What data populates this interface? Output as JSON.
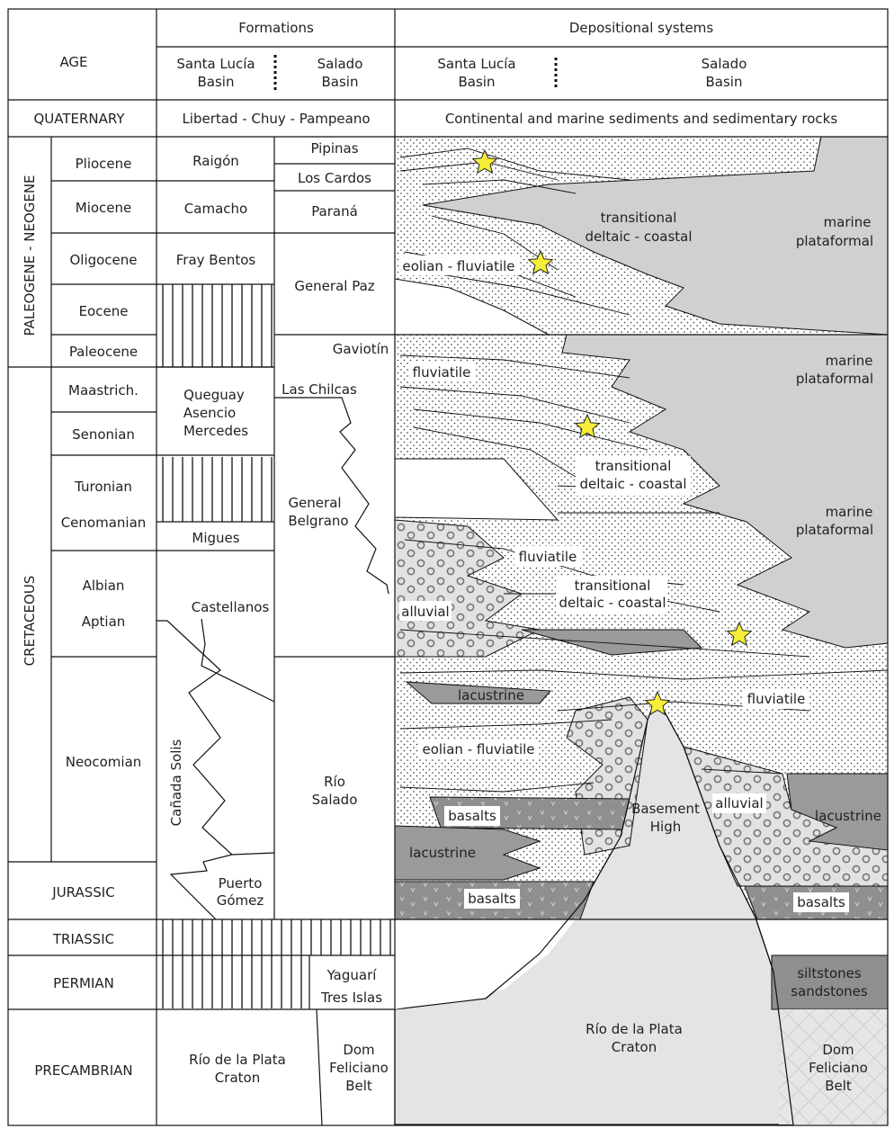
{
  "header": {
    "age": "AGE",
    "formations": "Formations",
    "depositional_systems": "Depositional systems",
    "santa_lucia_basin_1": "Santa Lucía",
    "santa_lucia_basin_2": "Basin",
    "salado_basin_1": "Salado",
    "salado_basin_2": "Basin"
  },
  "periods": {
    "quaternary": "QUATERNARY",
    "paleogene_neogene": "PALEOGENE - NEOGENE",
    "cretaceous": "CRETACEOUS",
    "jurassic": "JURASSIC",
    "triassic": "TRIASSIC",
    "permian": "PERMIAN",
    "precambrian": "PRECAMBRIAN"
  },
  "epochs": [
    "Pliocene",
    "Miocene",
    "Oligocene",
    "Eocene",
    "Paleocene",
    "Maastrich.",
    "Senonian",
    "Turonian",
    "Cenomanian",
    "Albian",
    "Aptian",
    "Neocomian"
  ],
  "quaternary_row": {
    "formations": "Libertad - Chuy - Pampeano",
    "depositional": "Continental and marine sediments and sedimentary rocks"
  },
  "santa_lucia_formations": {
    "raigon": "Raigón",
    "camacho": "Camacho",
    "fray_bentos": "Fray Bentos",
    "queguay": "Queguay",
    "asencio": "Asencio",
    "mercedes": "Mercedes",
    "migues": "Migues",
    "castellanos": "Castellanos",
    "canada_solis": "Cañada Solis",
    "puerto": "Puerto",
    "gomez": "Gómez",
    "rio_de_la_plata_1": "Río de la Plata",
    "rio_de_la_plata_2": "Craton"
  },
  "salado_formations": {
    "pipinas": "Pipinas",
    "los_cardos": "Los Cardos",
    "parana": "Paraná",
    "general_paz": "General Paz",
    "gaviotin": "Gaviotín",
    "las_chilcas": "Las Chilcas",
    "general": "General",
    "belgrano": "Belgrano",
    "rio": "Río",
    "salado": "Salado",
    "yaguari": "Yaguarí",
    "tres_islas": "Tres Islas",
    "dom_1": "Dom",
    "dom_2": "Feliciano",
    "dom_3": "Belt"
  },
  "depositional_labels": {
    "transitional_1": "transitional",
    "deltaic_coastal_1": "deltaic - coastal",
    "marine_1a": "marine",
    "marine_1b": "plataformal",
    "eolian_fluviatile_1": "eolian - fluviatile",
    "marine_2a": "marine",
    "marine_2b": "plataformal",
    "fluviatile_1": "fluviatile",
    "transitional_2": "transitional",
    "deltaic_coastal_2": "deltaic - coastal",
    "marine_3a": "marine",
    "marine_3b": "plataformal",
    "fluviatile_2": "fluviatile",
    "transitional_3": "transitional",
    "deltaic_coastal_3": "deltaic - coastal",
    "alluvial_1": "alluvial",
    "lacustrine_1": "lacustrine",
    "fluviatile_3": "fluviatile",
    "eolian_fluviatile_2": "eolian - fluviatile",
    "basement_1": "Basement",
    "basement_2": "High",
    "alluvial_2": "alluvial",
    "basalts_1": "basalts",
    "lacustrine_2": "lacustrine",
    "lacustrine_3": "lacustrine",
    "basalts_2": "basalts",
    "basalts_3": "basalts",
    "siltstones": "siltstones",
    "sandstones": "sandstones",
    "craton_1": "Río de la Plata",
    "craton_2": "Craton",
    "dom_1": "Dom",
    "dom_2": "Feliciano",
    "dom_3": "Belt"
  },
  "colors": {
    "marine_gray": "#cfd0d2",
    "lacustrine_gray": "#9a9a9a",
    "basalt_gray": "#8f8f8f",
    "basement_gray": "#e4e4e6",
    "star_yellow": "#f7ee3a",
    "line": "#111111"
  }
}
